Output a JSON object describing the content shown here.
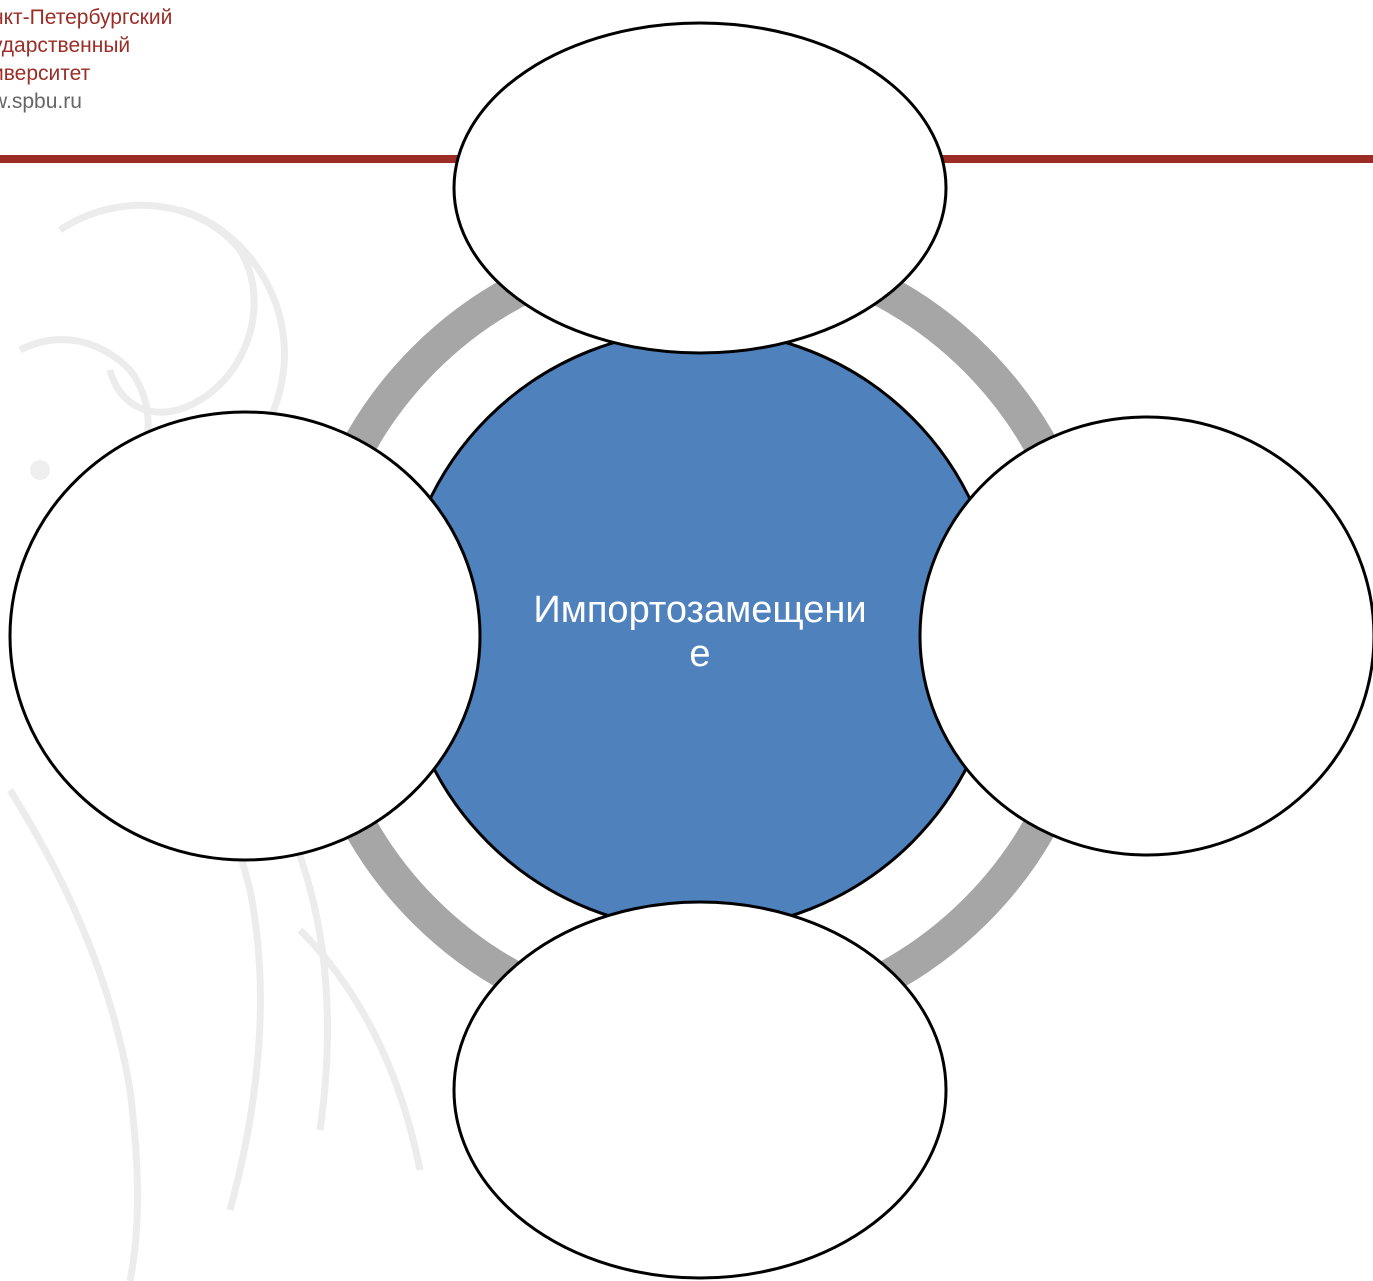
{
  "header": {
    "logo_lines": [
      "нкт-Петербургский",
      "ударственный",
      "иверситет"
    ],
    "url": "w.spbu.ru",
    "rule_color": "#9b2d26"
  },
  "diagram": {
    "center": {
      "label_lines": [
        "Импортозамещени",
        "е"
      ],
      "fill": "#4f81bd"
    },
    "ring_color": "#a6a6a6",
    "satellites": [
      {
        "position": "top",
        "label": ""
      },
      {
        "position": "right",
        "label": ""
      },
      {
        "position": "bottom",
        "label": ""
      },
      {
        "position": "left",
        "label": ""
      }
    ]
  }
}
